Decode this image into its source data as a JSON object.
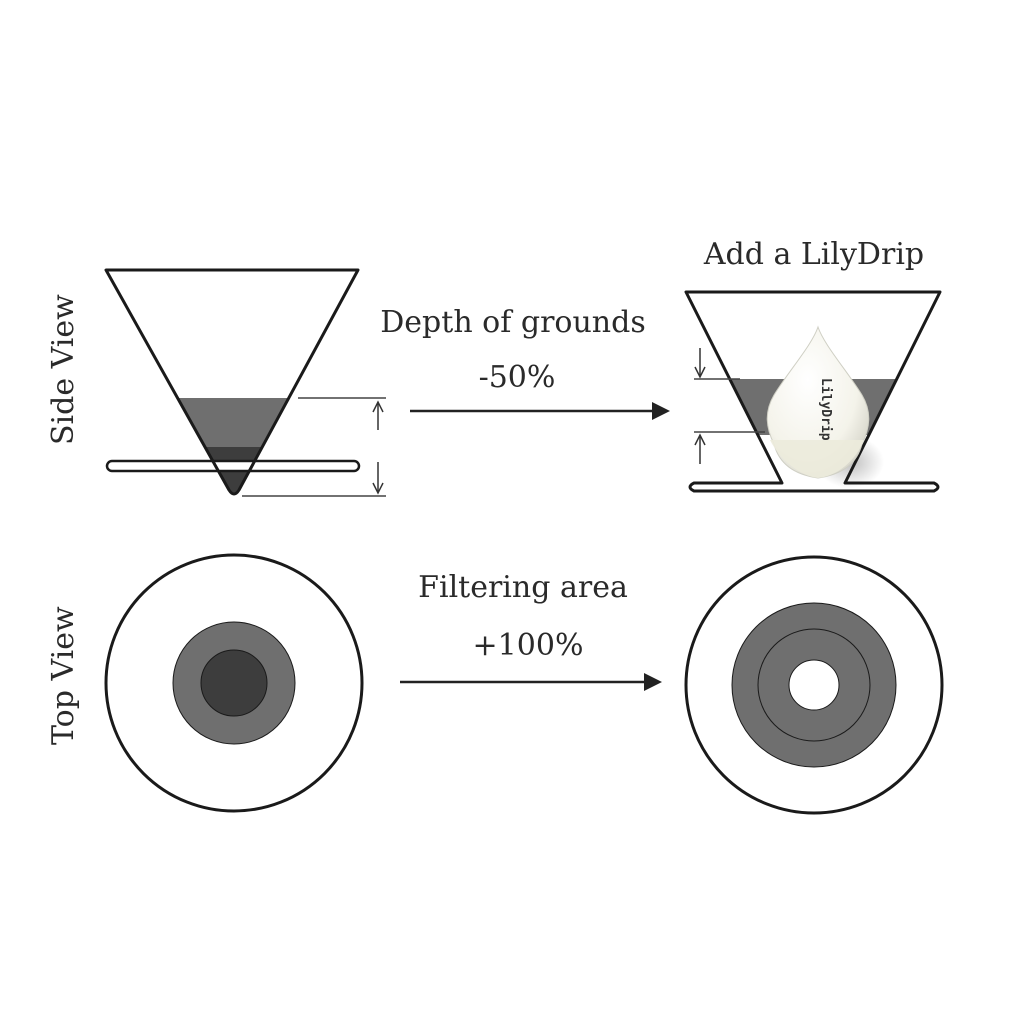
{
  "labels": {
    "side_view": "Side View",
    "top_view": "Top View",
    "add_lilydrip": "Add a LilyDrip",
    "depth_of_grounds": "Depth of grounds",
    "depth_change": "-50%",
    "filtering_area": "Filtering area",
    "area_change": "+100%",
    "insert_brand": "LilyDrip"
  },
  "colors": {
    "outline": "#1a1a1a",
    "grounds_light": "#6f6f6f",
    "grounds_dark": "#3d3d3d",
    "insert_body": "#f2f1e6",
    "background": "#ffffff"
  }
}
